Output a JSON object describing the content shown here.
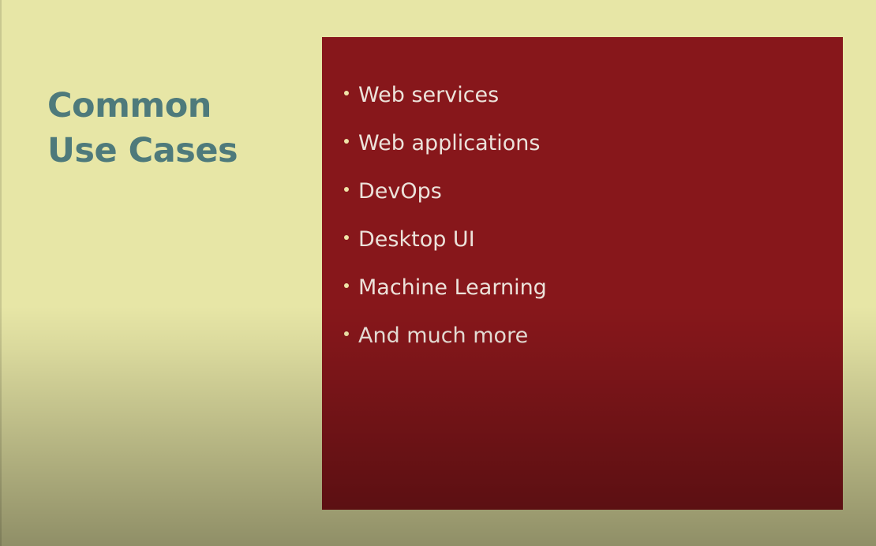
{
  "slide": {
    "title_line1": "Common",
    "title_line2": "Use Cases",
    "items": [
      "Web services",
      "Web applications",
      "DevOps",
      "Desktop UI",
      "Machine Learning",
      "And much more"
    ]
  },
  "colors": {
    "background": "#e7e6a6",
    "title": "#4e7a7b",
    "panel": "#87171b",
    "item_text": "#ece2da",
    "bullet": "#efe4a8"
  }
}
